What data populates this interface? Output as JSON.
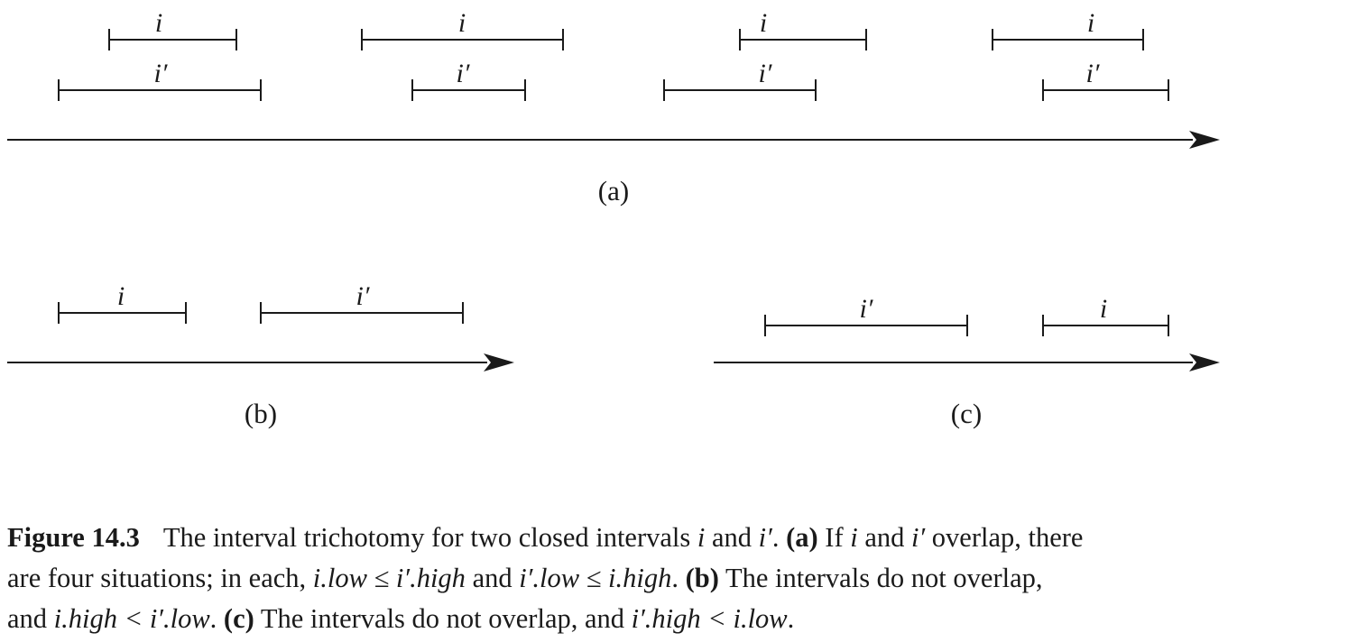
{
  "diagram": {
    "interval_label_i": "i",
    "interval_label_i_prime": "i′",
    "panels": [
      {
        "id": "a",
        "label": "(a)"
      },
      {
        "id": "b",
        "label": "(b)"
      },
      {
        "id": "c",
        "label": "(c)"
      }
    ]
  },
  "caption": {
    "figure_label": "Figure 14.3",
    "line1": {
      "t1": "The interval trichotomy for two closed intervals ",
      "m1": "i",
      "t2": " and ",
      "m2": "i′",
      "t3": ". ",
      "b1": "(a)",
      "t4": " If ",
      "m3": "i",
      "t5": " and ",
      "m4": "i′",
      "t6": " overlap, there"
    },
    "line2": {
      "t1": "are four situations; in each, ",
      "m1": "i.low ≤ i′.high",
      "t2": " and ",
      "m2": "i′.low ≤ i.high",
      "t3": ". ",
      "b1": "(b)",
      "t4": " The intervals do not overlap,"
    },
    "line3": {
      "t1": "and ",
      "m1": "i.high < i′.low",
      "t2": ". ",
      "b1": "(c)",
      "t3": " The intervals do not overlap, and ",
      "m2": "i′.high < i.low",
      "t4": "."
    }
  }
}
